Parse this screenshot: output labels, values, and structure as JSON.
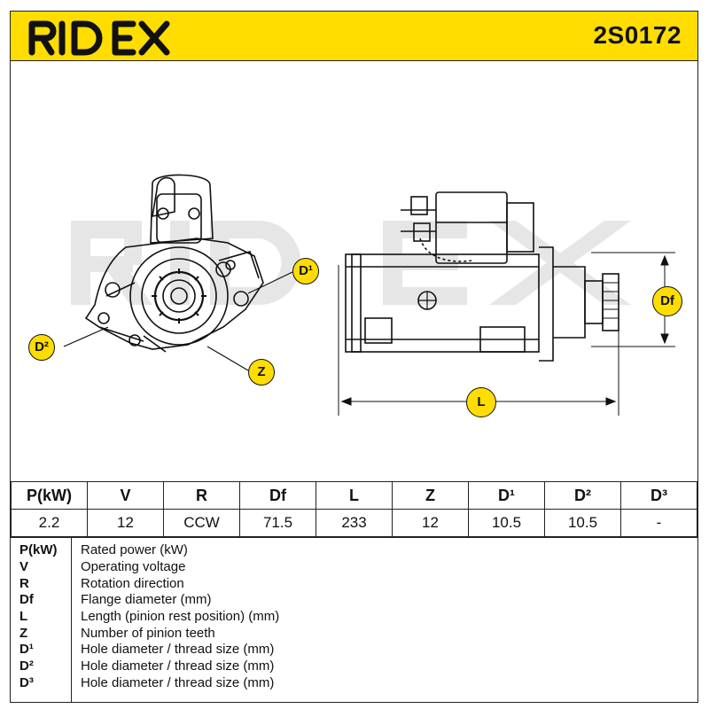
{
  "header": {
    "brand": "RIDEX",
    "part_number": "2S0172"
  },
  "watermark": "RIDEX",
  "callouts": {
    "d1": "D¹",
    "d2": "D²",
    "z": "Z",
    "df": "Df",
    "l": "L"
  },
  "spec_table": {
    "headers": [
      "P(kW)",
      "V",
      "R",
      "Df",
      "L",
      "Z",
      "D¹",
      "D²",
      "D³"
    ],
    "values": [
      "2.2",
      "12",
      "CCW",
      "71.5",
      "233",
      "12",
      "10.5",
      "10.5",
      "-"
    ]
  },
  "legend": [
    {
      "key": "P(kW)",
      "desc": "Rated power (kW)"
    },
    {
      "key": "V",
      "desc": "Operating voltage"
    },
    {
      "key": "R",
      "desc": "Rotation direction"
    },
    {
      "key": "Df",
      "desc": "Flange diameter (mm)"
    },
    {
      "key": "L",
      "desc": "Length (pinion rest position) (mm)"
    },
    {
      "key": "Z",
      "desc": "Number of pinion teeth"
    },
    {
      "key": "D¹",
      "desc": "Hole diameter / thread size (mm)"
    },
    {
      "key": "D²",
      "desc": "Hole diameter / thread size (mm)"
    },
    {
      "key": "D³",
      "desc": "Hole diameter / thread size (mm)"
    }
  ],
  "colors": {
    "brand_yellow": "#ffdd00",
    "line": "#222222",
    "watermark": "#e4e4e4"
  }
}
